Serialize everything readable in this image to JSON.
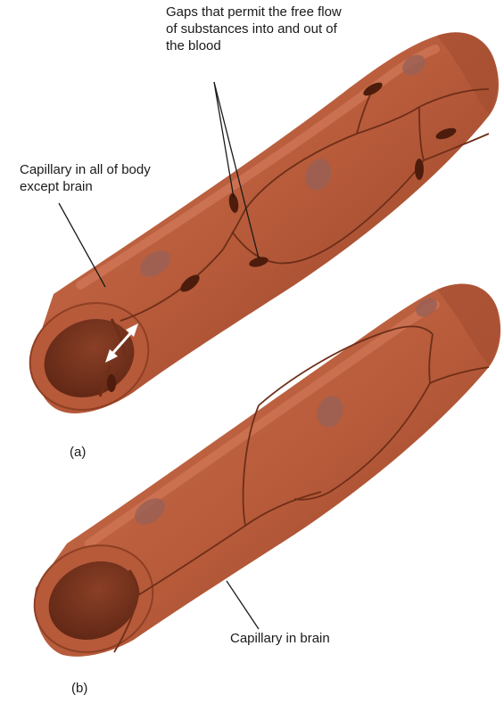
{
  "labels": {
    "gaps": "Gaps that permit the free flow\nof substances into and out of\nthe blood",
    "capillary_body": "Capillary in all of body\nexcept brain",
    "capillary_brain": "Capillary in brain",
    "part_a": "(a)",
    "part_b": "(b)"
  },
  "colors": {
    "wall": "#b65a3a",
    "wall_light": "#c86a48",
    "wall_dark": "#8f3f24",
    "lumen": "#7a3520",
    "junction": "#6e2e18",
    "nucleus": "#9b6055",
    "arrow": "#ffffff"
  }
}
